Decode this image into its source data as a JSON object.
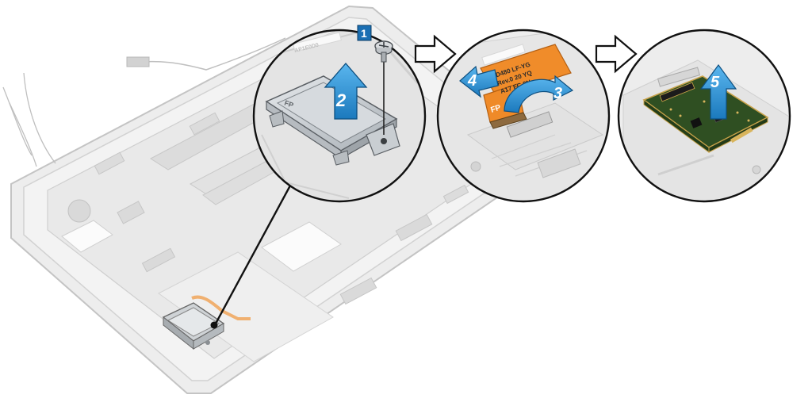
{
  "colors": {
    "background": "#ffffff",
    "chassis_fill": "#ececec",
    "chassis_stroke": "#c9c9c9",
    "callout_ring": "#111111",
    "arrow_blue": "#1e8fd6",
    "flex_orange": "#e8892b",
    "board_green": "#2c4a1e",
    "bracket_gray": "#c8cdd2"
  },
  "steps": {
    "step1": "1",
    "step2": "2",
    "step3": "3",
    "step4": "4",
    "step5": "5"
  },
  "labels": {
    "fp_connector": "FP",
    "fp_bracket": "FP",
    "cable_line1": "ID480 LF-YG",
    "cable_line2": "Rev.0 20 YQ",
    "cable_line3": "A17 FC 0N",
    "sticker": "AP1E0D0"
  },
  "icons": [
    "screw-icon",
    "flow-arrow-icon"
  ]
}
